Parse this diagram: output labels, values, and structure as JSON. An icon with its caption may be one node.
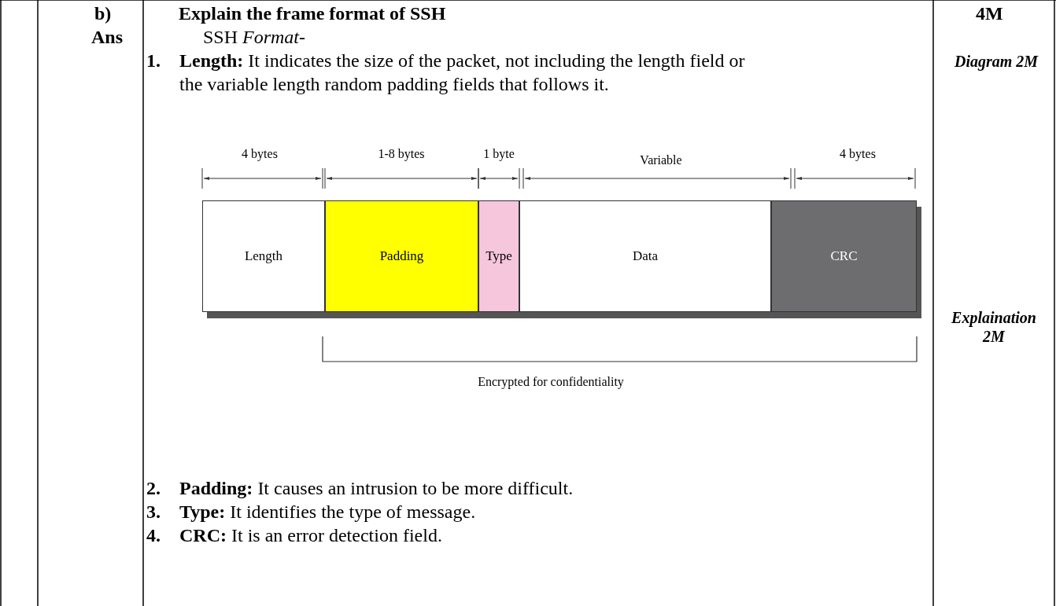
{
  "diagram": {
    "nodes": [
      {
        "text": [
          "Length"
        ]
      },
      {
        "text": [
          "Padding"
        ]
      },
      {
        "text": [
          "Type"
        ]
      },
      {
        "text": [
          "Data"
        ]
      },
      {
        "text": [
          "CRC"
        ]
      }
    ],
    "labels": [
      "b)",
      "Ans",
      "Explain the frame format of SSH",
      "4M",
      "SSH *Format-*",
      "1.",
      "**Length:** It indicates the size of the packet, not including the length field or the variable length random padding fields that follows it.",
      "Diagram 2M",
      "4 bytes",
      "1-8 bytes",
      "1 byte",
      "Variable",
      "4 bytes",
      "Explaination 2M",
      "Encrypted for confidentiality",
      "2.",
      "**Padding:** It causes an intrusion to be more difficult.",
      "3.",
      "**Type:** It identifies the type of message.",
      "4.",
      "**CRC:** It is an error detection field."
    ]
  }
}
